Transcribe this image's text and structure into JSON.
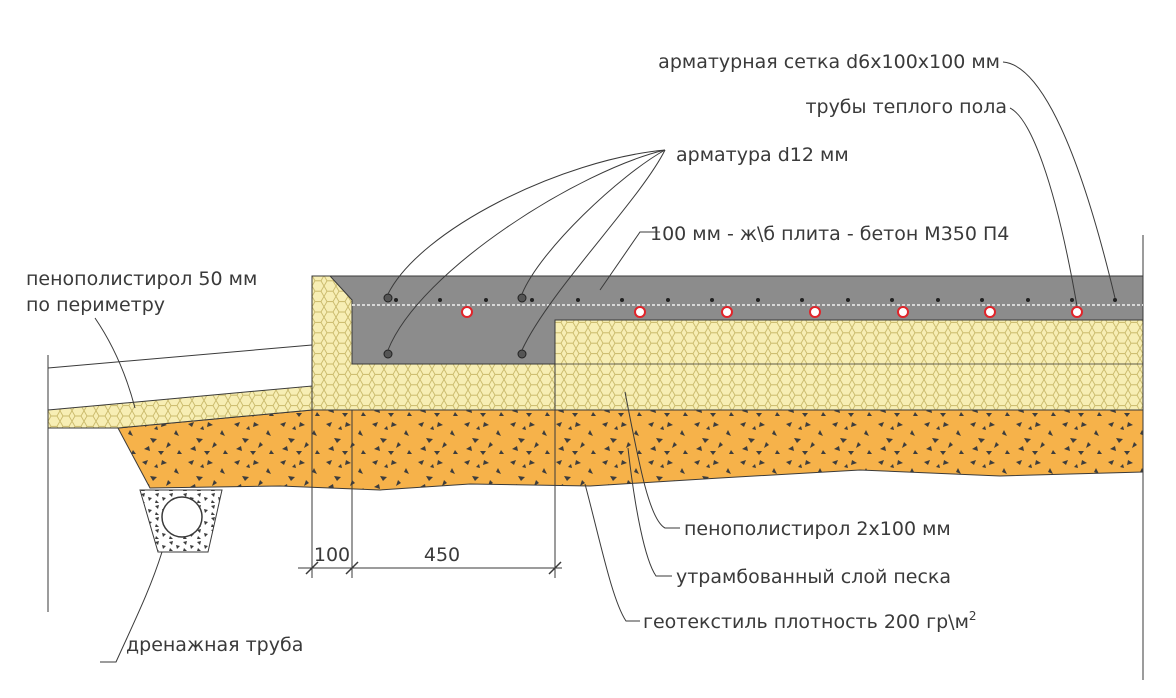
{
  "labels": {
    "mesh": "арматурная сетка d6x100x100 мм",
    "heating_pipes": "трубы теплого пола",
    "rebar": "арматура d12 мм",
    "slab": "100 мм - ж\\б плита - бетон М350 П4",
    "perimeter_foam_line1": "пенополистирол 50 мм",
    "perimeter_foam_line2": "по периметру",
    "foam_layers": "пенополистирол 2x100 мм",
    "sand": "утрамбованный слой песка",
    "geotextile": "геотекстиль плотность 200 гр\\м",
    "geotextile_sup": "2",
    "drain_pipe": "дренажная труба"
  },
  "dimensions": {
    "d100": "100",
    "d450": "450"
  },
  "colors": {
    "concrete": "#8c8c8c",
    "foam": "#f7eeb4",
    "foam_cell": "#c9b96a",
    "sand": "#f6b24a",
    "sand_speck": "#3d3d3d",
    "pipe_red": "#e0242a",
    "line": "#3a3a3a"
  }
}
